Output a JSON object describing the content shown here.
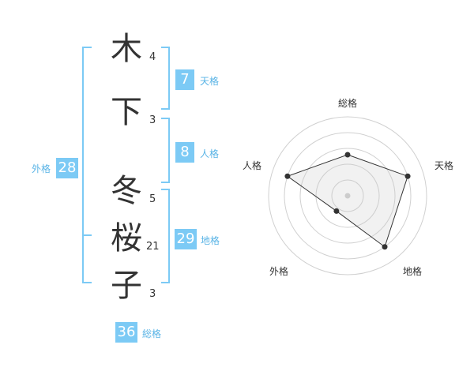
{
  "name": {
    "chars": [
      {
        "char": "木",
        "strokes": "4"
      },
      {
        "char": "下",
        "strokes": "3"
      },
      {
        "char": "冬",
        "strokes": "5"
      },
      {
        "char": "桜",
        "strokes": "21"
      },
      {
        "char": "子",
        "strokes": "3"
      }
    ]
  },
  "fortunes": {
    "tenkaku": {
      "value": "7",
      "label": "天格"
    },
    "jinkaku": {
      "value": "8",
      "label": "人格"
    },
    "chikaku": {
      "value": "29",
      "label": "地格"
    },
    "gaikaku": {
      "value": "28",
      "label": "外格"
    },
    "soukaku": {
      "value": "36",
      "label": "総格"
    }
  },
  "colors": {
    "bracket": "#7ccaf5",
    "badge": "#7ccaf5",
    "label": "#5ab4e6"
  },
  "chart_data": {
    "type": "radar",
    "axes": [
      "総格",
      "天格",
      "地格",
      "外格",
      "人格"
    ],
    "values": [
      2.6,
      4.0,
      4.0,
      1.2,
      4.0
    ],
    "range": [
      0,
      5
    ],
    "grid_rings": 5
  }
}
